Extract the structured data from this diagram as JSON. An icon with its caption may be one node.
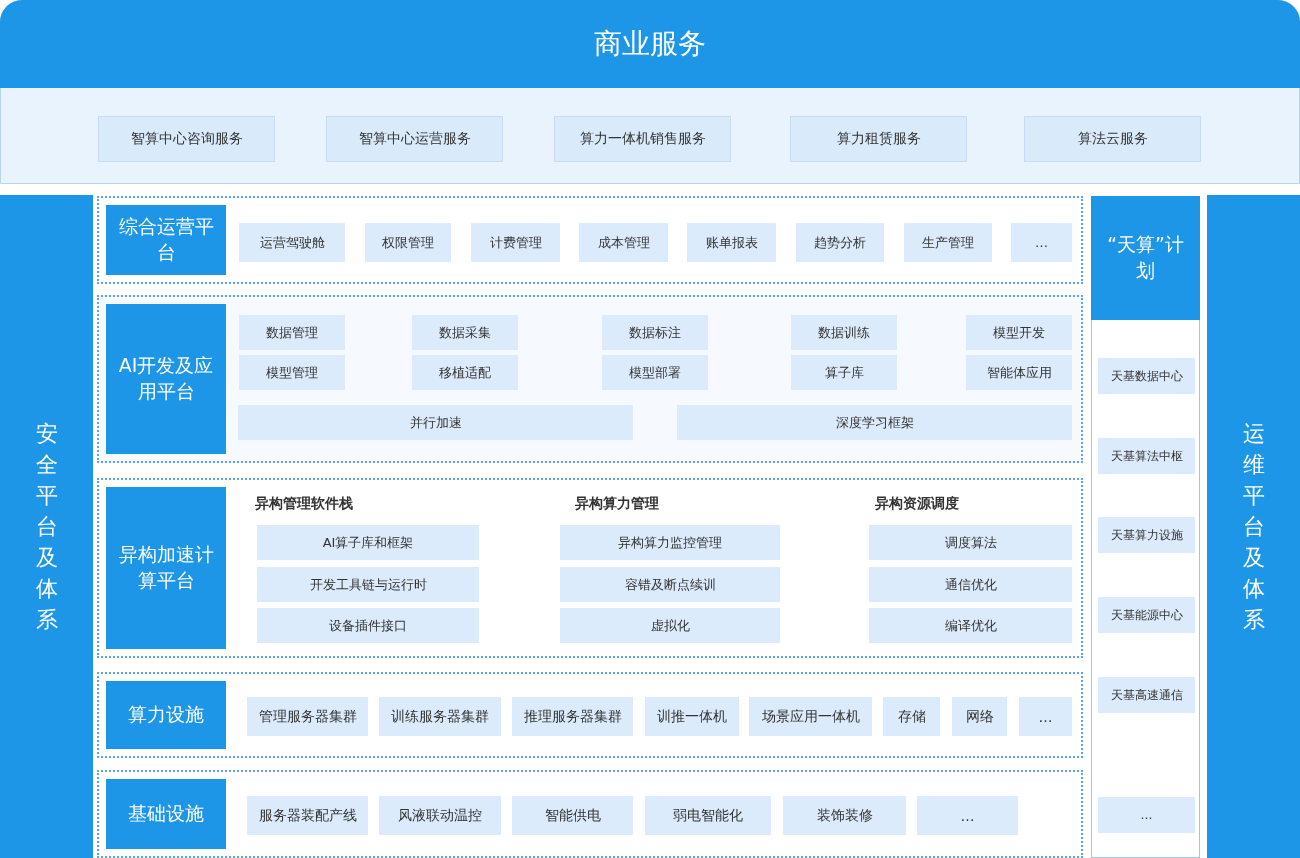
{
  "diagram": {
    "nodes": [
      {
        "text": [
          "商业服务"
        ]
      },
      {
        "text": [
          "智算中心咨询服务"
        ],
        "in": 0
      },
      {
        "text": [
          "智算中心运营服务"
        ],
        "in": 0
      },
      {
        "text": [
          "算力一体机销售服务"
        ],
        "in": 0
      },
      {
        "text": [
          "算力租赁服务"
        ],
        "in": 0
      },
      {
        "text": [
          "算法云服务"
        ],
        "in": 0
      },
      {
        "text": [
          "安全平台及体系"
        ]
      },
      {
        "text": [
          "综合运营平台"
        ]
      },
      {
        "text": [
          "运营驾驶舱"
        ],
        "in": 7
      },
      {
        "text": [
          "权限管理"
        ],
        "in": 7
      },
      {
        "text": [
          "计费管理"
        ],
        "in": 7
      },
      {
        "text": [
          "成本管理"
        ],
        "in": 7
      },
      {
        "text": [
          "账单报表"
        ],
        "in": 7
      },
      {
        "text": [
          "趋势分析"
        ],
        "in": 7
      },
      {
        "text": [
          "生产管理"
        ],
        "in": 7
      },
      {
        "text": [
          "…"
        ],
        "in": 7
      },
      {
        "text": [
          "AI开发及应用平台"
        ]
      },
      {
        "text": [
          "数据管理"
        ],
        "in": 16
      },
      {
        "text": [
          "数据采集"
        ],
        "in": 16
      },
      {
        "text": [
          "数据标注"
        ],
        "in": 16
      },
      {
        "text": [
          "数据训练"
        ],
        "in": 16
      },
      {
        "text": [
          "模型开发"
        ],
        "in": 16
      },
      {
        "text": [
          "模型管理"
        ],
        "in": 16
      },
      {
        "text": [
          "移植适配"
        ],
        "in": 16
      },
      {
        "text": [
          "模型部署"
        ],
        "in": 16
      },
      {
        "text": [
          "算子库"
        ],
        "in": 16
      },
      {
        "text": [
          "智能体应用"
        ],
        "in": 16
      },
      {
        "text": [
          "并行加速"
        ],
        "in": 16
      },
      {
        "text": [
          "深度学习框架"
        ],
        "in": 16
      },
      {
        "text": [
          "异构加速计算平台"
        ]
      },
      {
        "text": [
          "AI算子库和框架"
        ],
        "in": 29
      },
      {
        "text": [
          "开发工具链与运行时"
        ],
        "in": 29
      },
      {
        "text": [
          "设备插件接口"
        ],
        "in": 29
      },
      {
        "text": [
          "异构算力监控管理"
        ],
        "in": 29
      },
      {
        "text": [
          "容错及断点续训"
        ],
        "in": 29
      },
      {
        "text": [
          "虚拟化"
        ],
        "in": 29
      },
      {
        "text": [
          "调度算法"
        ],
        "in": 29
      },
      {
        "text": [
          "通信优化"
        ],
        "in": 29
      },
      {
        "text": [
          "编译优化"
        ],
        "in": 29
      },
      {
        "text": [
          "算力设施"
        ]
      },
      {
        "text": [
          "管理服务器集群"
        ],
        "in": 39
      },
      {
        "text": [
          "训练服务器集群"
        ],
        "in": 39
      },
      {
        "text": [
          "推理服务器集群"
        ],
        "in": 39
      },
      {
        "text": [
          "训推一体机"
        ],
        "in": 39
      },
      {
        "text": [
          "场景应用一体机"
        ],
        "in": 39
      },
      {
        "text": [
          "存储"
        ],
        "in": 39
      },
      {
        "text": [
          "网络"
        ],
        "in": 39
      },
      {
        "text": [
          "…"
        ],
        "in": 39
      },
      {
        "text": [
          "基础设施"
        ]
      },
      {
        "text": [
          "服务器装配产线"
        ],
        "in": 48
      },
      {
        "text": [
          "风液联动温控"
        ],
        "in": 48
      },
      {
        "text": [
          "智能供电"
        ],
        "in": 48
      },
      {
        "text": [
          "弱电智能化"
        ],
        "in": 48
      },
      {
        "text": [
          "装饰装修"
        ],
        "in": 48
      },
      {
        "text": [
          "…"
        ],
        "in": 48
      },
      {
        "text": [
          "“天算”计划"
        ]
      },
      {
        "text": [
          "天基数据中心"
        ],
        "in": 55
      },
      {
        "text": [
          "天基算法中枢"
        ],
        "in": 55
      },
      {
        "text": [
          "天基算力设施"
        ],
        "in": 55
      },
      {
        "text": [
          "天基能源中心"
        ],
        "in": 55
      },
      {
        "text": [
          "天基高速通信"
        ],
        "in": 55
      },
      {
        "text": [
          "…"
        ],
        "in": 55
      },
      {
        "text": [
          "运维平台及体系"
        ]
      }
    ],
    "edges": [],
    "labels": [
      "异构管理软件栈",
      "异构算力管理",
      "异构资源调度"
    ]
  }
}
